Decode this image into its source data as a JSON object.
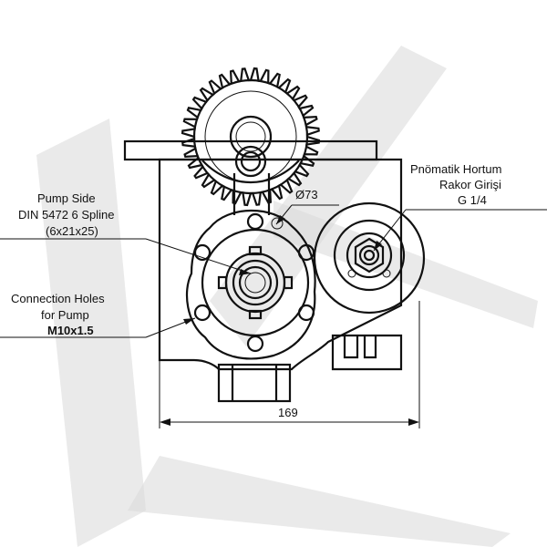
{
  "labels": {
    "pump_side_line1": "Pump Side",
    "pump_side_line2": "DIN 5472 6 Spline",
    "pump_side_line3": "(6x21x25)",
    "connection_line1": "Connection Holes",
    "connection_line2": "for Pump",
    "connection_line3": "M10x1.5",
    "pneumatic_line1": "Pnömatik Hortum",
    "pneumatic_line2": "Rakor Girişi",
    "pneumatic_line3": "G 1/4",
    "diameter": "Ø73",
    "width_dim": "169"
  },
  "colors": {
    "line": "#111111",
    "watermark": "#d9d9d9",
    "background": "#ffffff"
  }
}
